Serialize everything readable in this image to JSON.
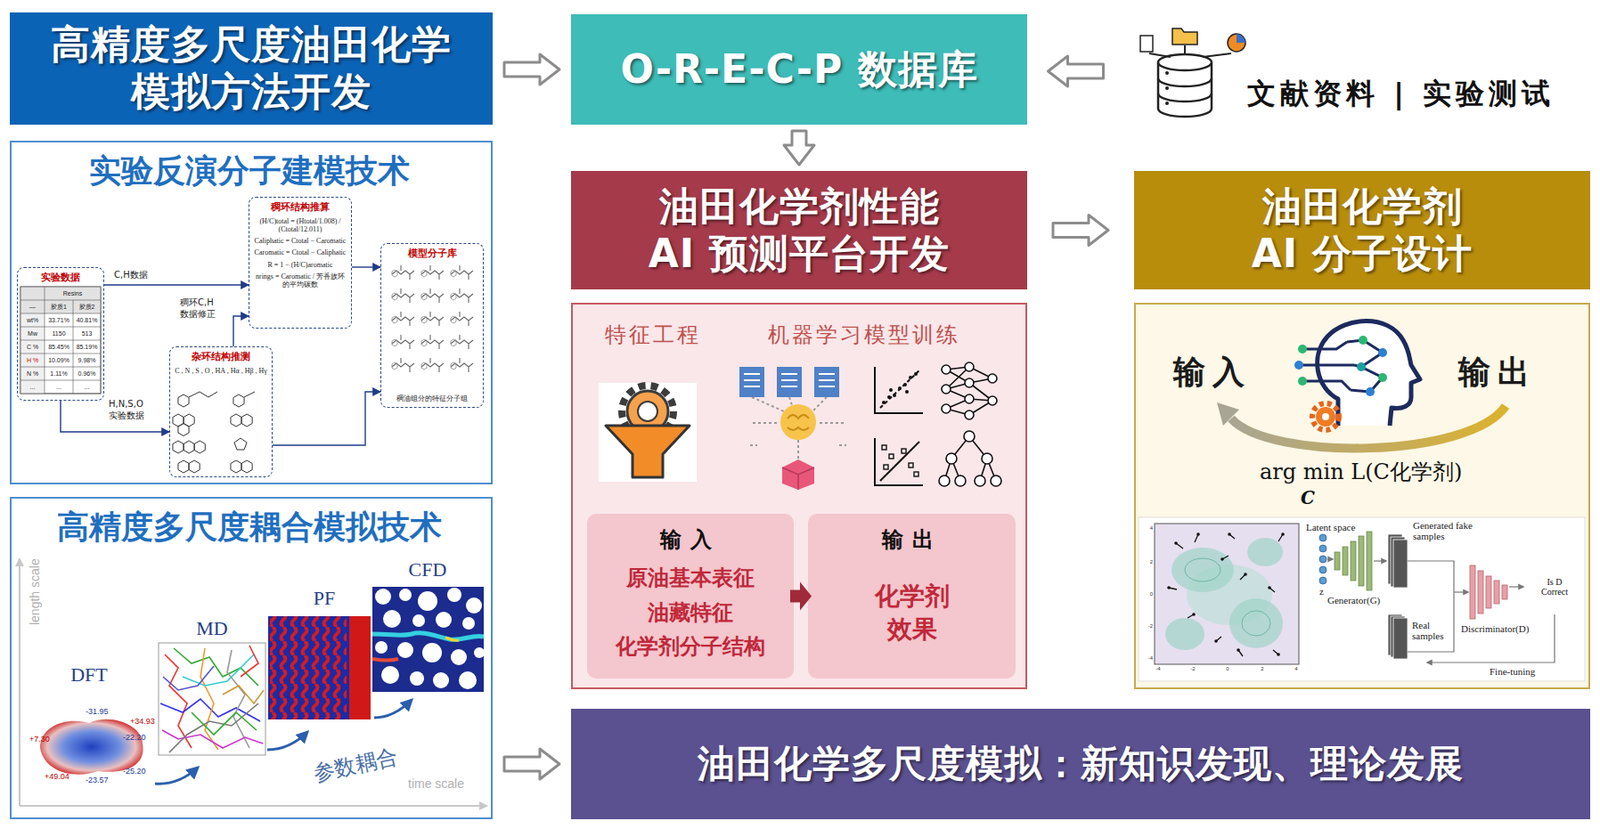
{
  "diagram": {
    "nodes": [
      {
        "text": [
          "高精度多尺度油田化学 模拟方法开发"
        ]
      },
      {
        "text": [
          "O-R-E-C-P 数据库"
        ]
      },
      {
        "text": [
          "文献资料 | 实验测试"
        ]
      },
      {
        "text": [
          "实验反演分子建模技术"
        ]
      },
      {
        "text": [
          "实验数据"
        ],
        "in": 3
      },
      {
        "text": [
          "稠环结构推算",
          "(H/C)total = (Htotal/1.008) / (Ctotal/12.011)",
          "Caliphatic = Ctotal − Caromatic",
          "Caromatic = Ctotal − Caliphatic",
          "R = 1 − (H/C)aromatic",
          "nrings = Caromatic / 芳香族环的平均碳数"
        ],
        "in": 3
      },
      {
        "text": [
          "杂环结构推测",
          "C , N , S , O , HA , Hα , Hβ , Hγ"
        ],
        "in": 3
      },
      {
        "text": [
          "模型分子库",
          "稠油组分的特征分子组"
        ],
        "in": 3
      },
      {
        "text": [
          "高精度多尺度耦合模拟技术"
        ]
      },
      {
        "text": [
          "油田化学剂性能 AI 预测平台开发"
        ]
      },
      {
        "text": [
          "特征工程",
          "机器学习模型训练"
        ]
      },
      {
        "text": [
          "输入",
          "原油基本表征 油藏特征 化学剂分子结构"
        ],
        "in": 10
      },
      {
        "text": [
          "输出",
          "化学剂 效果"
        ],
        "in": 10
      },
      {
        "text": [
          "油田化学剂 AI 分子设计"
        ]
      },
      {
        "text": [
          "输入",
          "输出"
        ]
      },
      {
        "text": [
          "Is D Correct"
        ],
        "in": 14
      },
      {
        "text": [
          "油田化学多尺度模拟：新知识发现、理论发展"
        ]
      }
    ],
    "edges": [
      {
        "from": 0,
        "to": 1,
        "arrow": "to"
      },
      {
        "from": 2,
        "to": 1,
        "arrow": "to"
      },
      {
        "from": 1,
        "to": 9,
        "arrow": "to"
      },
      {
        "from": 9,
        "to": 13,
        "arrow": "to"
      },
      {
        "from": 4,
        "to": 5,
        "arrow": "to",
        "label": "C,H数据"
      },
      {
        "from": 4,
        "to": 6,
        "arrow": "to",
        "label": "H,N,S,O 实验数据"
      },
      {
        "from": 6,
        "to": 5,
        "arrow": "to",
        "label": "稠环C,H 数据修正"
      },
      {
        "from": 5,
        "to": 7,
        "arrow": "to"
      },
      {
        "from": 6,
        "to": 7,
        "arrow": "to"
      },
      {
        "from": 11,
        "to": 12,
        "arrow": "to"
      },
      {
        "from": 8,
        "to": 16,
        "arrow": "to"
      }
    ],
    "labels": [
      "Resins",
      "—",
      "胶质1",
      "胶质2",
      "wt%",
      "33.71%",
      "40.81%",
      "Mw",
      "1150",
      "513",
      "C %",
      "85.45%",
      "85.19%",
      "H %",
      "10.09%",
      "9.98%",
      "N %",
      "1.11%",
      "0.96%",
      "...",
      "...",
      "...",
      "DFT",
      "MD",
      "PF",
      "CFD",
      "-31.95",
      "+34.93",
      "+7.30",
      "-22.20",
      "-25.20",
      "+49.04",
      "-23.57",
      "参数耦合",
      "length scale",
      "time scale",
      "arg min L(C化学剂)",
      "C",
      "Latent space",
      "z",
      "Generator(G)",
      "Generated fake samples",
      "Discriminator(D)",
      "Real samples",
      "Fine-tuning",
      "4",
      "2",
      "0",
      "-2",
      "-4",
      "-4",
      "-2",
      "0",
      "2",
      "4"
    ]
  }
}
